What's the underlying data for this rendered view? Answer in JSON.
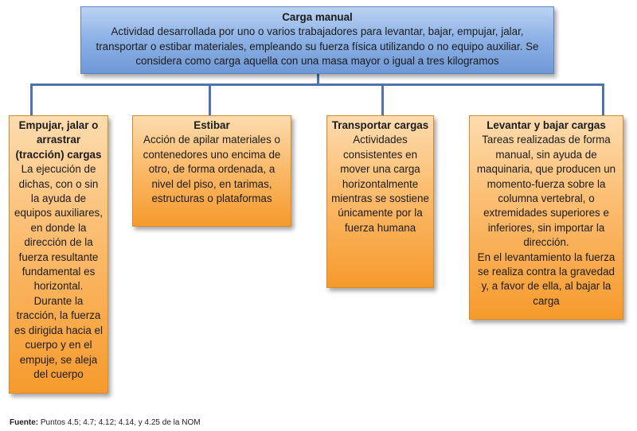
{
  "root": {
    "title": "Carga manual",
    "text": "Actividad desarrollada por uno o varios trabajadores para levantar, bajar, empujar, jalar, transportar o estibar materiales, empleando su fuerza física utilizando o no equipo auxiliar. Se considera como carga aquella con una masa mayor o igual a tres kilogramos"
  },
  "children": [
    {
      "title": "Empujar, jalar o arrastrar (tracción) cargas",
      "text": "La ejecución de dichas, con o sin la ayuda de equipos auxiliares, en donde la dirección de la fuerza resultante fundamental es horizontal. Durante la tracción, la fuerza es dirigida hacia el cuerpo y en el empuje, se aleja del cuerpo"
    },
    {
      "title": "Estibar",
      "text": "Acción de apilar materiales o contenedores uno encima de otro, de forma ordenada, a nivel del piso, en tarimas, estructuras o plataformas"
    },
    {
      "title": "Transportar cargas",
      "text": "Actividades consistentes en mover una carga horizontalmente mientras se sostiene únicamente por la fuerza humana"
    },
    {
      "title": "Levantar y bajar cargas",
      "text": "Tareas realizadas de forma manual, sin ayuda de maquinaria, que producen un momento-fuerza sobre la columna vertebral, o extremidades superiores e inferiores, sin importar la dirección.",
      "text2": "En el levantamiento la fuerza se realiza contra la gravedad y, a favor de ella, al bajar la carga"
    }
  ],
  "footer": {
    "label": "Fuente:",
    "text": " Puntos 4.5; 4.7; 4.12; 4.14, y 4.25 de la NOM"
  },
  "colors": {
    "root_fill": "#8fb3e6",
    "child_fill": "#fbbf74",
    "connector": "#4f74ad"
  }
}
